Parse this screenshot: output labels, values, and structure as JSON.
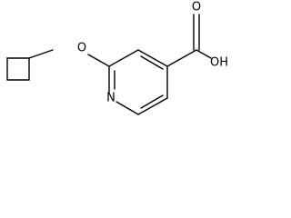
{
  "molecule": {
    "atoms": {
      "oxygen_ether": "O",
      "nitrogen": "N",
      "oxygen_carbonyl": "O",
      "hydroxyl": "OH"
    }
  }
}
